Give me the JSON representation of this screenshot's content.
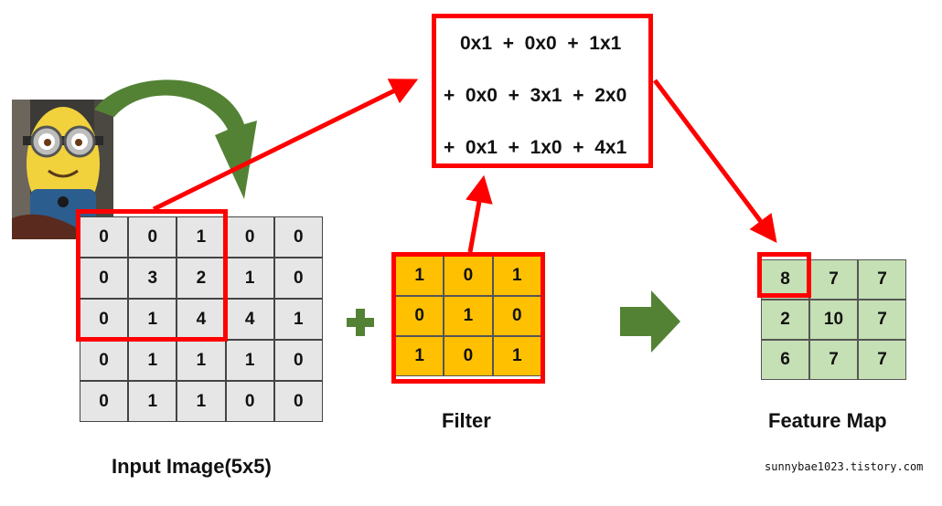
{
  "input_grid": [
    [
      "0",
      "0",
      "1",
      "0",
      "0"
    ],
    [
      "0",
      "3",
      "2",
      "1",
      "0"
    ],
    [
      "0",
      "1",
      "4",
      "4",
      "1"
    ],
    [
      "0",
      "1",
      "1",
      "1",
      "0"
    ],
    [
      "0",
      "1",
      "1",
      "0",
      "0"
    ]
  ],
  "filter_grid": [
    [
      "1",
      "0",
      "1"
    ],
    [
      "0",
      "1",
      "0"
    ],
    [
      "1",
      "0",
      "1"
    ]
  ],
  "feature_map": [
    [
      "8",
      "7",
      "7"
    ],
    [
      "2",
      "10",
      "7"
    ],
    [
      "6",
      "7",
      "7"
    ]
  ],
  "formula": {
    "line1": "0x1  +  0x0  +  1x1",
    "line2": "+  0x0  +  3x1  +  2x0",
    "line3": "+  0x1  +  1x0  +  4x1"
  },
  "labels": {
    "input": "Input Image(5x5)",
    "filter": "Filter",
    "feature_map": "Feature Map",
    "credit": "sunnybae1023.tistory.com"
  },
  "colors": {
    "highlight": "#ff0000",
    "filter_fill": "#ffc000",
    "feature_fill": "#c5e0b4",
    "input_fill": "#e6e6e6",
    "accent_green": "#548235"
  },
  "icons": {
    "plus": "plus-icon",
    "arrow": "right-arrow-icon",
    "curved_arrow": "curved-arrow-icon",
    "photo": "minion-photo"
  }
}
